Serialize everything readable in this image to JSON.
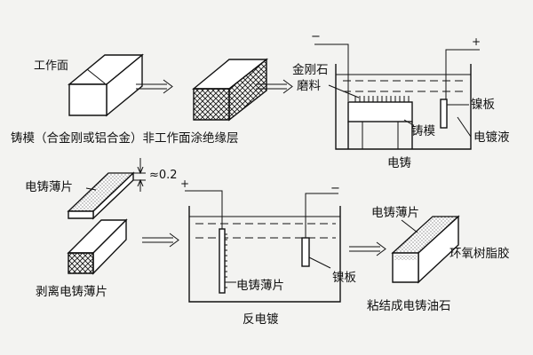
{
  "labels": {
    "work_face": "工作面",
    "mold_caption": "铸模（合金刚或铝合金）非工作面涂绝缘层",
    "diamond_line1": "金刚石",
    "diamond_line2": "磨料",
    "mold": "铸模",
    "nickel_plate_top": "镍板",
    "plating_solution": "电镀液",
    "electroforming": "电铸",
    "electroform_sheet_left": "电铸薄片",
    "thickness": "≈0.2",
    "peel_caption": "剥离电铸薄片",
    "electroform_sheet_tank": "电铸薄片",
    "nickel_plate_bottom": "镍板",
    "reverse_plating": "反电镀",
    "electroform_sheet_right": "电铸薄片",
    "epoxy_resin": "环氧树脂胶",
    "bond_caption": "粘结成电铸油石",
    "minus_top": "−",
    "plus_top": "+",
    "plus_bottom": "+",
    "minus_bottom": "−"
  }
}
